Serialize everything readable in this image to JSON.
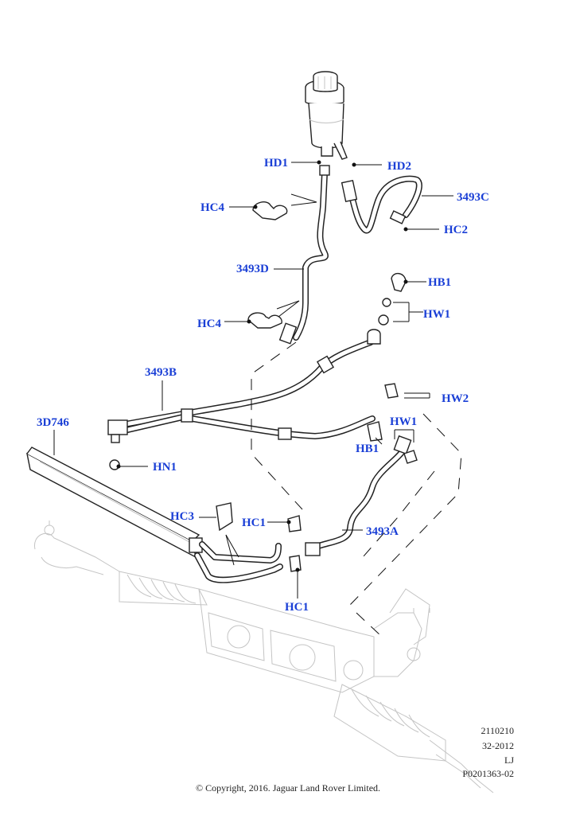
{
  "callouts": {
    "hd1": "HD1",
    "hd2": "HD2",
    "hc4_top": "HC4",
    "c3493c": "3493C",
    "hc2": "HC2",
    "c3493d": "3493D",
    "hb1_top": "HB1",
    "hw1_top": "HW1",
    "hc4_mid": "HC4",
    "c3493b": "3493B",
    "hw2": "HW2",
    "c3d746": "3D746",
    "hw1_bottom": "HW1",
    "hb1_bottom": "HB1",
    "hn1": "HN1",
    "hc3": "HC3",
    "hc1_top": "HC1",
    "c3493a": "3493A",
    "hc1_bottom": "HC1"
  },
  "meta": {
    "line1": "2110210",
    "line2": "32-2012",
    "line3": "LJ",
    "line4": "P0201363-02"
  },
  "copyright": "© Copyright, 2016. Jaguar Land Rover Limited.",
  "colors": {
    "callout": "#1a3fd6",
    "ink": "#222222",
    "ghost": "#c4c4c4"
  }
}
